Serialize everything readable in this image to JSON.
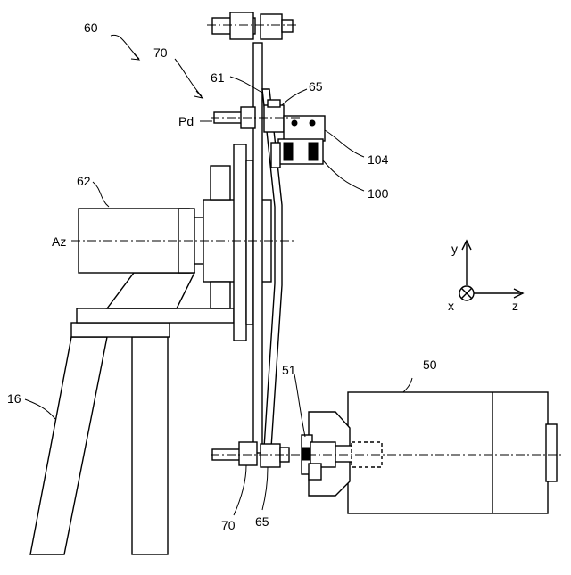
{
  "labels": {
    "ref_60": "60",
    "ref_70_top": "70",
    "ref_61": "61",
    "ref_65_top": "65",
    "ref_pd": "Pd",
    "ref_104": "104",
    "ref_100": "100",
    "ref_62": "62",
    "ref_az": "Az",
    "ref_16": "16",
    "ref_51": "51",
    "ref_50": "50",
    "ref_70_bottom": "70",
    "ref_65_bottom": "65"
  },
  "axes": {
    "y_label": "y",
    "x_label": "x",
    "z_label": "z"
  }
}
